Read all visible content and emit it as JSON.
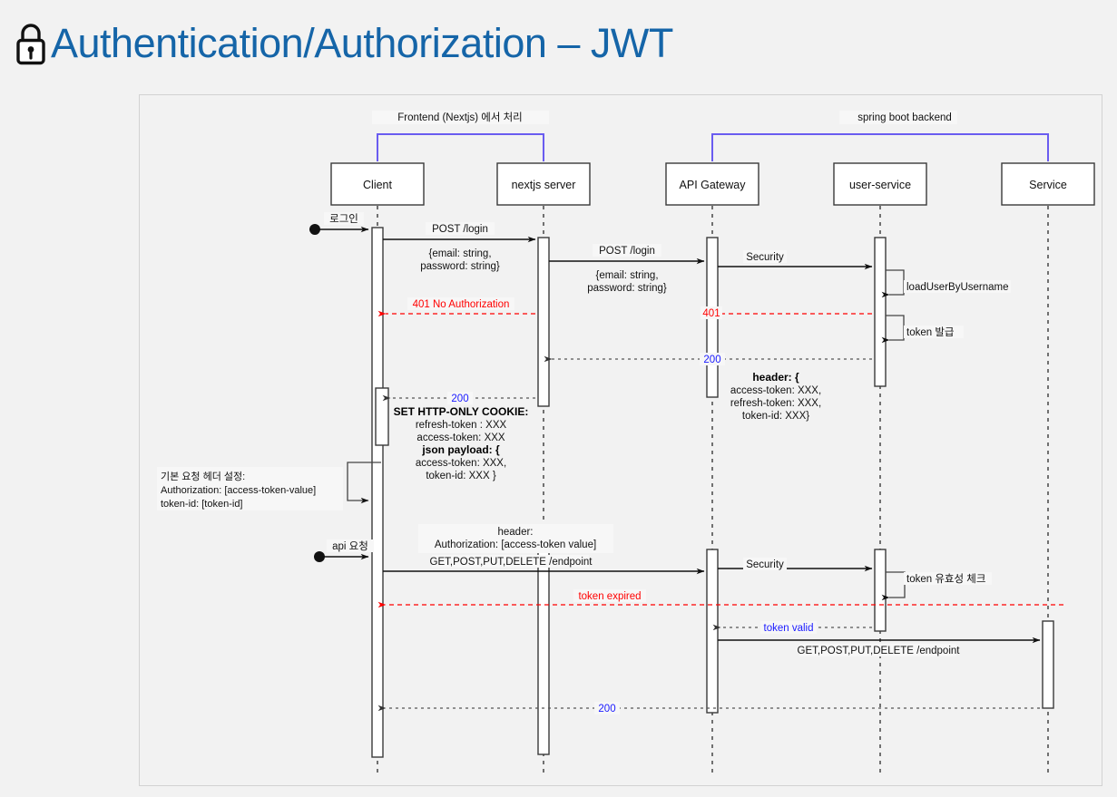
{
  "page": {
    "title": "Authentication/Authorization – JWT",
    "title_color": "#1565a8",
    "background_color": "#f2f2f2",
    "lock_icon": "lock-icon"
  },
  "diagram": {
    "type": "sequence-diagram",
    "groups": [
      {
        "label": "Frontend (Nextjs) 에서 처리",
        "color": "#6a5cf0",
        "spans": [
          "Client",
          "nextjs server"
        ]
      },
      {
        "label": "spring boot backend",
        "color": "#6a5cf0",
        "spans": [
          "API Gateway",
          "Service"
        ]
      }
    ],
    "participants": [
      {
        "name": "Client",
        "label": "Client"
      },
      {
        "name": "nextjs-server",
        "label": "nextjs server"
      },
      {
        "name": "api-gateway",
        "label": "API Gateway"
      },
      {
        "name": "user-service",
        "label": "user-service"
      },
      {
        "name": "service",
        "label": "Service"
      }
    ],
    "messages": [
      {
        "id": "m1",
        "label": "로그인",
        "from": "actor",
        "to": "Client",
        "style": "solid",
        "color": "#111111"
      },
      {
        "id": "m2",
        "label": "POST /login",
        "from": "Client",
        "to": "nextjs server",
        "style": "solid",
        "color": "#111111"
      },
      {
        "id": "m2b",
        "label": "{email: string,\npassword: string}",
        "line1": "{email: string,",
        "line2": "password: string}",
        "style": "note",
        "color": "#111111"
      },
      {
        "id": "m3",
        "label": "POST /login",
        "from": "nextjs server",
        "to": "API Gateway",
        "style": "solid",
        "color": "#111111"
      },
      {
        "id": "m3b",
        "line1": "{email: string,",
        "line2": "password: string}",
        "style": "note",
        "color": "#111111"
      },
      {
        "id": "m4",
        "label": "Security",
        "from": "API Gateway",
        "to": "user-service",
        "style": "solid",
        "color": "#111111"
      },
      {
        "id": "m5",
        "label": "loadUserByUsername",
        "from": "user-service",
        "to": "user-service",
        "style": "self",
        "color": "#111111"
      },
      {
        "id": "m6",
        "label": "401 No Authorization",
        "from": "nextjs server",
        "to": "Client",
        "style": "dashed",
        "color": "#ff0000"
      },
      {
        "id": "m7",
        "label": "401",
        "from": "user-service",
        "to": "API Gateway",
        "style": "dashed",
        "color": "#ff0000"
      },
      {
        "id": "m8",
        "label": "token 발급",
        "from": "user-service",
        "to": "user-service",
        "style": "self",
        "color": "#111111"
      },
      {
        "id": "m9",
        "label": "200",
        "from": "user-service",
        "to": "nextjs server",
        "style": "dashed",
        "color": "#1a1aff"
      },
      {
        "id": "m9b",
        "line1": "header: {",
        "line2": "access-token: XXX,",
        "line3": "refresh-token: XXX,",
        "line4": "token-id: XXX}",
        "style": "note",
        "color": "#111111"
      },
      {
        "id": "m10",
        "label": "200",
        "from": "nextjs server",
        "to": "Client",
        "style": "dashed",
        "color": "#1a1aff"
      },
      {
        "id": "m10b",
        "line1": "SET HTTP-ONLY COOKIE:",
        "line2": "refresh-token : XXX",
        "line3": "access-token: XXX",
        "line4": "json payload: {",
        "line5": "access-token: XXX,",
        "line6": "token-id: XXX }",
        "style": "note",
        "color": "#111111"
      },
      {
        "id": "m11",
        "line1": "기본 요청 헤더 설정:",
        "line2": "Authorization:  [access-token-value]",
        "line3": "token-id: [token-id]",
        "style": "self-note",
        "from": "Client",
        "to": "Client",
        "color": "#111111"
      },
      {
        "id": "m12",
        "label": "api 요청",
        "from": "actor",
        "to": "Client",
        "style": "solid",
        "color": "#111111"
      },
      {
        "id": "m13",
        "line1": "header:",
        "line2": "Authorization: [access-token value]",
        "style": "note",
        "color": "#111111"
      },
      {
        "id": "m14",
        "label": "GET,POST,PUT,DELETE /endpoint",
        "from": "Client",
        "to": "API Gateway",
        "style": "solid",
        "color": "#111111"
      },
      {
        "id": "m15",
        "label": "Security",
        "from": "API Gateway",
        "to": "user-service",
        "style": "solid",
        "color": "#111111"
      },
      {
        "id": "m16",
        "label": "token 유효성 체크",
        "from": "user-service",
        "to": "user-service",
        "style": "self",
        "color": "#111111"
      },
      {
        "id": "m17",
        "label": "token expired",
        "from": "user-service",
        "to": "Client",
        "style": "dashed",
        "color": "#ff0000"
      },
      {
        "id": "m18",
        "label": "token valid",
        "from": "user-service",
        "to": "API Gateway",
        "style": "dashed",
        "color": "#1a1aff"
      },
      {
        "id": "m19",
        "label": "GET,POST,PUT,DELETE /endpoint",
        "from": "API Gateway",
        "to": "Service",
        "style": "solid",
        "color": "#111111"
      },
      {
        "id": "m20",
        "label": "200",
        "from": "Service",
        "to": "Client",
        "style": "dashed",
        "color": "#1a1aff"
      }
    ]
  }
}
